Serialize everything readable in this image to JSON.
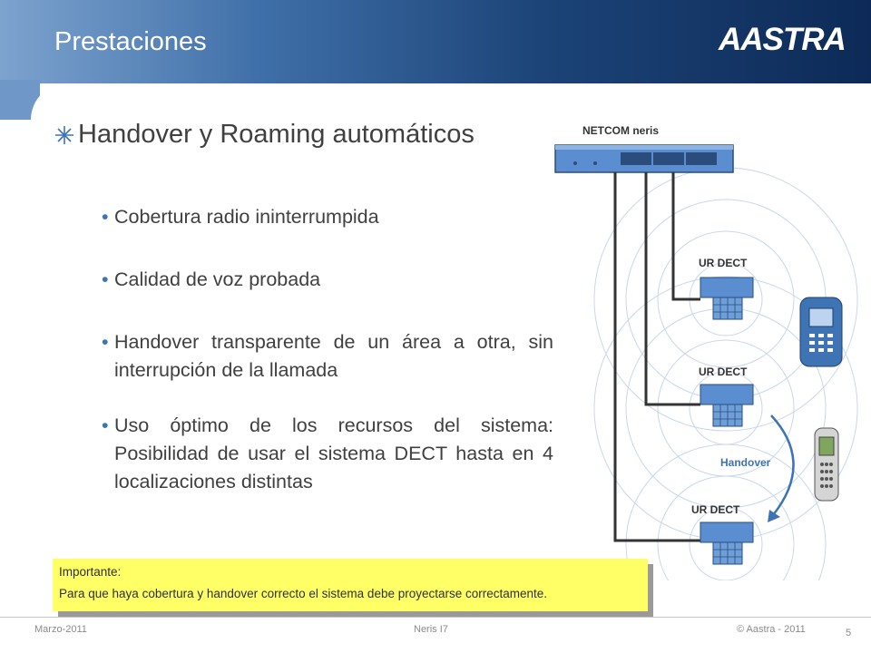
{
  "header": {
    "title": "Prestaciones",
    "logo_text": "AASTRA",
    "accent": "#1c4478"
  },
  "main": {
    "heading": "Handover y Roaming automáticos",
    "bullets": [
      "Cobertura radio ininterrumpida",
      "Calidad de voz probada",
      "Handover transparente de un área a otra, sin interrupción de la llamada",
      "Uso óptimo de los recursos del sistema: Posibilidad de usar el sistema DECT hasta en 4 localizaciones distintas"
    ],
    "bullet_marker": "•"
  },
  "diagram": {
    "switch_label": "NETCOM neris",
    "base_labels": [
      "UR DECT",
      "UR DECT",
      "UR DECT"
    ],
    "handover_label": "Handover",
    "line_color": "#333333",
    "device_color": "#5a8ed0",
    "arrow_color": "#3e73b4"
  },
  "note": {
    "line1": "Importante:",
    "line2": "Para que haya cobertura y handover correcto el sistema debe proyectarse correctamente.",
    "background": "#ffff66"
  },
  "footer": {
    "date": "Marzo-2011",
    "product": "Neris I7",
    "copyright": "© Aastra - 2011",
    "page": "5"
  }
}
